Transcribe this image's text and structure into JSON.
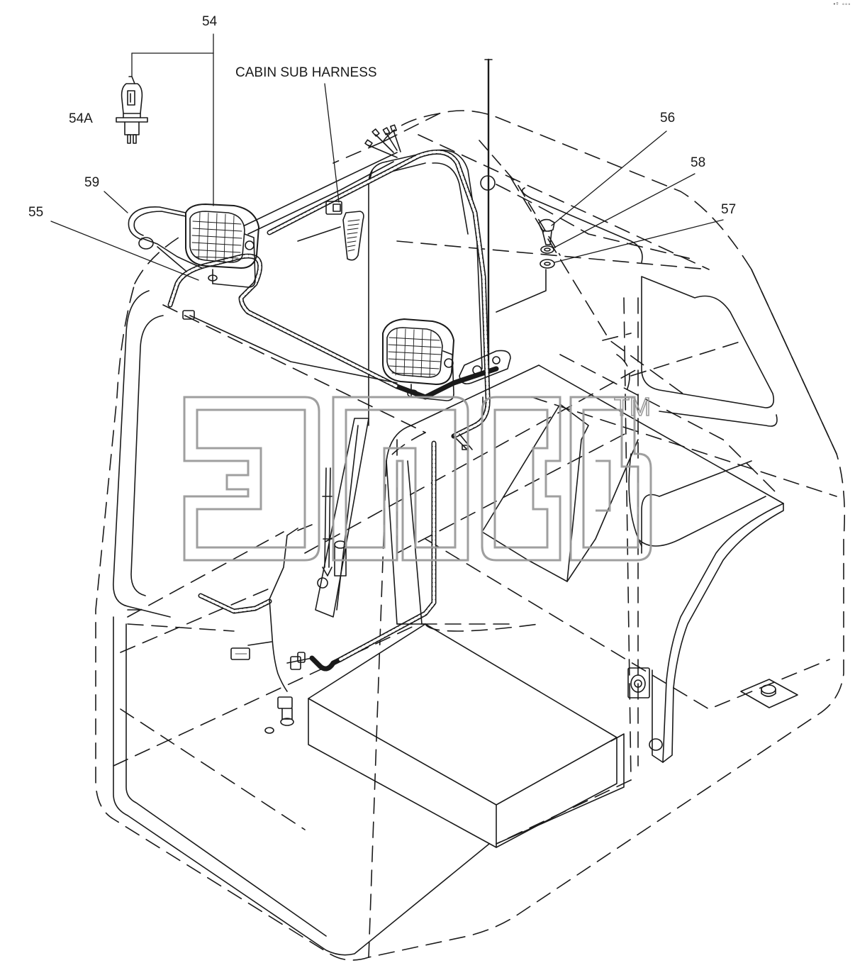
{
  "callouts": {
    "c54": "54",
    "c54a": "54A",
    "c59": "59",
    "c55": "55",
    "c56": "56",
    "c58": "58",
    "c57": "57"
  },
  "labels": {
    "cabin_sub_harness": "CABIN SUB HARNESS"
  },
  "corner_mark": "•º ∘∘∘",
  "watermark": {
    "text": "эпсb",
    "tm": "TM"
  },
  "colors": {
    "line": "#1a1a1a",
    "watermark_stroke": "#9a9a9a"
  }
}
